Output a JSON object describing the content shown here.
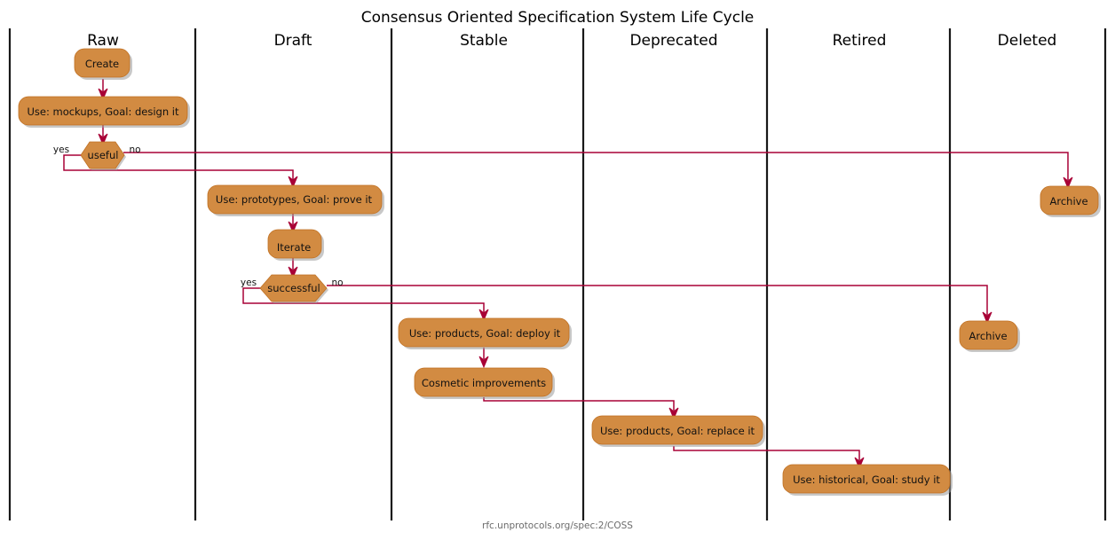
{
  "diagram": {
    "title": "Consensus Oriented Specification System Life Cycle",
    "footer": "rfc.unprotocols.org/spec:2/COSS",
    "colors": {
      "node_fill": "#D28B42",
      "node_stroke": "#C07022",
      "edge": "#A80036",
      "lane_line": "#181818",
      "background": "#ffffff",
      "footer_text": "#6b6b6b"
    },
    "lanes": [
      {
        "id": "raw",
        "label": "Raw"
      },
      {
        "id": "draft",
        "label": "Draft"
      },
      {
        "id": "stable",
        "label": "Stable"
      },
      {
        "id": "deprecated",
        "label": "Deprecated"
      },
      {
        "id": "retired",
        "label": "Retired"
      },
      {
        "id": "deleted",
        "label": "Deleted"
      }
    ],
    "nodes": [
      {
        "id": "create",
        "lane": "raw",
        "type": "activity",
        "label": "Create"
      },
      {
        "id": "mockups",
        "lane": "raw",
        "type": "activity",
        "label": "Use: mockups, Goal: design it"
      },
      {
        "id": "useful",
        "lane": "raw",
        "type": "decision",
        "label": "useful"
      },
      {
        "id": "prototypes",
        "lane": "draft",
        "type": "activity",
        "label": "Use: prototypes, Goal: prove it"
      },
      {
        "id": "iterate",
        "lane": "draft",
        "type": "activity",
        "label": "Iterate"
      },
      {
        "id": "successful",
        "lane": "draft",
        "type": "decision",
        "label": "successful"
      },
      {
        "id": "deploy",
        "lane": "stable",
        "type": "activity",
        "label": "Use: products, Goal: deploy it"
      },
      {
        "id": "cosmetic",
        "lane": "stable",
        "type": "activity",
        "label": "Cosmetic improvements"
      },
      {
        "id": "replace",
        "lane": "deprecated",
        "type": "activity",
        "label": "Use: products, Goal: replace it"
      },
      {
        "id": "study",
        "lane": "retired",
        "type": "activity",
        "label": "Use: historical, Goal: study it"
      },
      {
        "id": "archive_ret",
        "lane": "retired",
        "type": "activity",
        "label": "Archive"
      },
      {
        "id": "archive_del",
        "lane": "deleted",
        "type": "activity",
        "label": "Archive"
      }
    ],
    "edge_labels": [
      {
        "id": "useful_yes",
        "label": "yes"
      },
      {
        "id": "useful_no",
        "label": "no"
      },
      {
        "id": "successful_yes",
        "label": "yes"
      },
      {
        "id": "successful_no",
        "label": "no"
      }
    ]
  }
}
